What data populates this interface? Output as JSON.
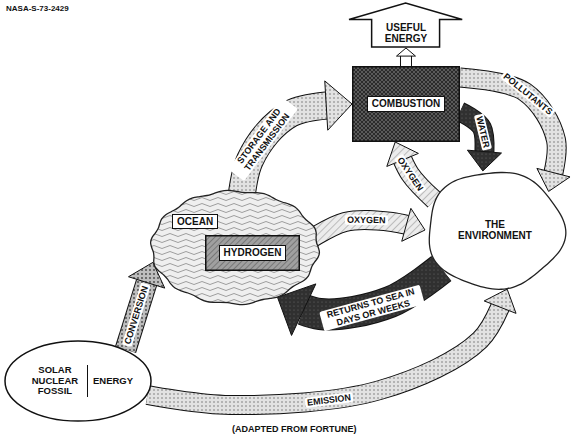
{
  "diagram": {
    "nodes": [
      {
        "text": [
          "USEFUL ENERGY"
        ]
      },
      {
        "text": [
          "COMBUSTION"
        ]
      },
      {
        "text": [
          "THE ENVIRONMENT"
        ]
      },
      {
        "text": [
          "OCEAN"
        ]
      },
      {
        "text": [
          "HYDROGEN"
        ],
        "in": 3
      },
      {
        "text": [
          "SOLAR NUCLEAR FOSSIL",
          "ENERGY"
        ]
      }
    ],
    "edges": [
      {
        "from": 1,
        "to": 0,
        "arrow": "to"
      },
      {
        "from": 1,
        "to": 2,
        "label": "POLLUTANTS",
        "arrow": "to"
      },
      {
        "from": 1,
        "to": 2,
        "label": "WATER",
        "arrow": "to"
      },
      {
        "from": 2,
        "to": 1,
        "label": "OXYGEN",
        "arrow": "to"
      },
      {
        "from": 4,
        "to": 1,
        "label": "STORAGE AND TRANSMISSION",
        "arrow": "to"
      },
      {
        "from": 4,
        "to": 2,
        "label": "OXYGEN",
        "arrow": "to"
      },
      {
        "from": 2,
        "to": 3,
        "label": "RETURNS TO SEA IN DAYS OR WEEKS",
        "arrow": "to"
      },
      {
        "from": 5,
        "to": 2,
        "label": "EMISSION",
        "arrow": "to"
      },
      {
        "from": 5,
        "to": 3,
        "label": "CONVERSION",
        "arrow": "to"
      }
    ],
    "labels": [
      "NASA-S-73-2429",
      "(ADAPTED FROM FORTUNE)"
    ]
  }
}
